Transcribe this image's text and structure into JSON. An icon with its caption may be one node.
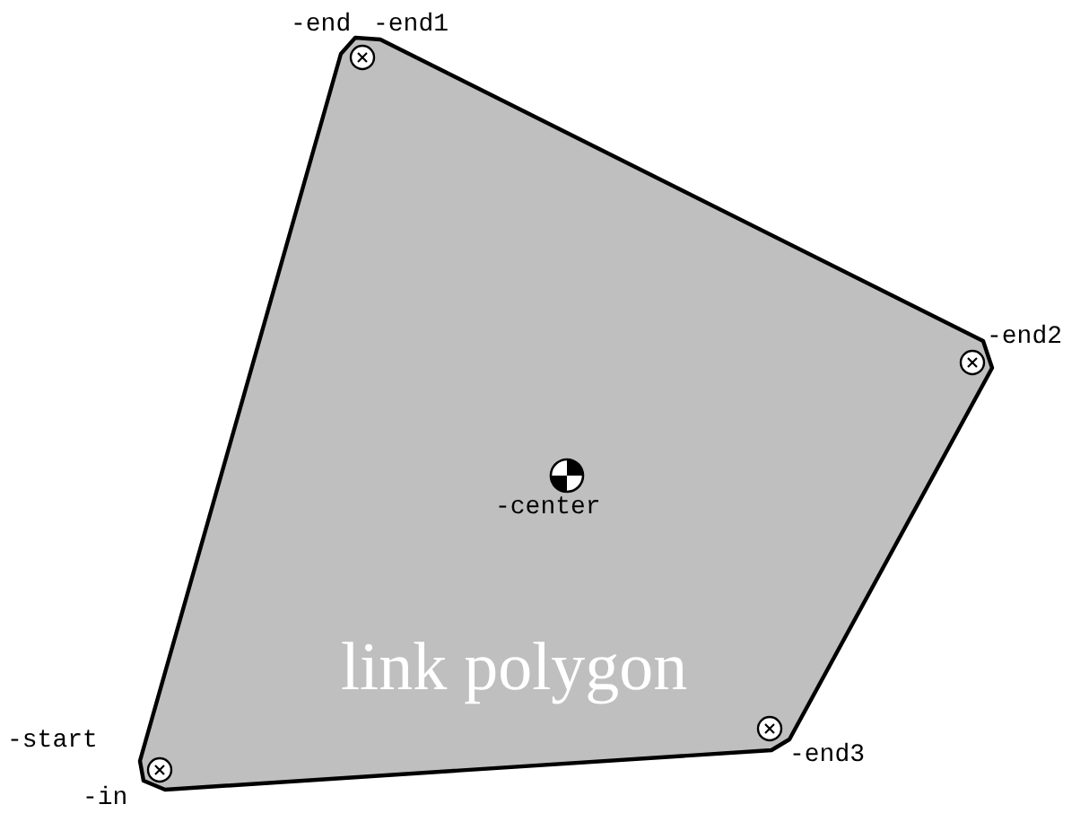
{
  "diagram": {
    "nodes": [
      {
        "text": [
          "link polygon"
        ]
      }
    ],
    "labels": [
      "-end",
      "-end1",
      "-end2",
      "-center",
      "-start",
      "-end3",
      "-in"
    ]
  }
}
